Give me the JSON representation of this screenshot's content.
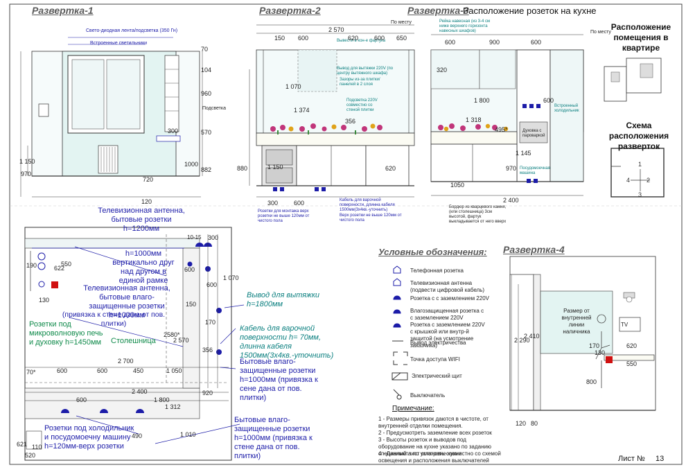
{
  "titles": {
    "elev1": "Развертка-1",
    "elev2": "Развертка-2",
    "elev3": "Развертка-3",
    "elev4": "Развертка-4",
    "main": "Расположение розеток на кухне",
    "room_location": "Расположение помещения в квартире",
    "scheme": "Схема расположения разверток",
    "legend_title": "Условные обозначения:",
    "notes_title": "Примечание:"
  },
  "sheet": {
    "label": "Лист №",
    "number": "13"
  },
  "plan_labels": {
    "tv_antenna_top": "Телевизионная антенна, бытовые розетки h=1200мм",
    "vertical_frame": "h=1000мм вертикально друг над другом в единой рамке",
    "tv_antenna_mid": "Телевизионная антенна, бытовые влаго-защищенные розетки h=1000мм",
    "tile_binding": "(привязка к стене дана от пов. плитки)",
    "microwave": "Розетки под микроволновую печь и духовку h=1450мм",
    "countertop": "Столешница",
    "hood": "Вывод для вытяжки h=1800мм",
    "hob_cable": "Кабель для варочной поверхности h= 70мм, длинна кабеля 1500мм(3х4кв.-уточнить)",
    "moist_1": "Бытовые влаго-защищенные розетки h=1000мм (привязка к сене дана от пов. плитки)",
    "moist_2": "Бытовые влаго-защищенные розетки h=1000мм (привязка к стене дана от пов. плитки)",
    "fridge": "Розетки под холодильник и посудомоечну машину h=120мм-верх розетки"
  },
  "elev_labels": {
    "led": "Свето-диодная лента/подсветка (350 Гн)",
    "builtin_lamps": "Встроенные светильники",
    "backlight": "Подсветка",
    "place": "По месту",
    "rail": "Рейка навесная (из 3-4 см ниже верхнего горизонта навесных шкафов)",
    "apron_box": "Вывести в кон-е фартука",
    "hood_out": "Вывод для вытяжки 220V (по центру вытяжного шкафа)",
    "gaps": "Зазоры из-за плитки/ панелей в 2 слоя",
    "backlight_220": "Подсветка 220V совместно со стеной плитки",
    "steam": "Духовка с пароваркой",
    "builtin_fridge": "Встроенный холодильник",
    "dishwasher": "Посудомоечная машина",
    "cable_hob": "Кабель для варочной поверхности, длинна кабеля 1500мм(3х4кв.-уточнить)",
    "sockets_low": "Розетки для монтажа верх розетки не выше 120мм от чистого пола",
    "sockets_low2": "Верх розетки не выше 120мм от чистого пола",
    "quartz": "Бордюр из кварцевого камня, (или столешница) 3см высотой, фартук выкладывается от него вверх",
    "size_note": "Размер от внутренней линии наличника"
  },
  "legend": [
    {
      "icon": "phone-socket-icon",
      "label": "Телефонная розетка"
    },
    {
      "icon": "tv-antenna-icon",
      "label": "Телевизионная антенна (подвести цифровой кабель)"
    },
    {
      "icon": "ground-socket-icon",
      "label": "Розетка с с заземлением 220V"
    },
    {
      "icon": "moisture-socket-icon",
      "label": "Влагозащищенная розетка с с заземлением 220V"
    },
    {
      "icon": "lid-socket-icon",
      "label": "Розетка с заземлением 220V с крышкой или внутр-й защитой (на усмотрение заказчика)"
    },
    {
      "icon": "wire-output-icon",
      "label": "Вывод электричества"
    },
    {
      "icon": "wifi-point-icon",
      "label": "Точка доступа WIFI"
    },
    {
      "icon": "panel-icon",
      "label": "Электрический щит"
    },
    {
      "icon": "switch-icon",
      "label": "Выключатель"
    }
  ],
  "notes": [
    "1 - Размеры привязок даются в чистоте, от внутренней отделки помещения.",
    "2 - Предусмотреть заземление всех розеток",
    "3 - Высоты розеток и выводов под оборудование на кухне указано по заданию специалиста по установке кухни",
    "4 - Данный лист смотреть совместно со схемой освещения и расположения выключателей"
  ],
  "dims_plan": {
    "d300": "300",
    "d10_15": "10-15",
    "d190": "190",
    "d622": "622",
    "d550": "550",
    "d130": "130",
    "d600a": "600",
    "d600b": "600",
    "d150": "150",
    "d1070": "1 070",
    "d170": "170",
    "d356": "356",
    "d2580": "2580*",
    "d2570": "2 570",
    "d920": "920",
    "d70": "70*",
    "d2700": "2 700",
    "d600c": "600",
    "d600d": "600",
    "d450": "450",
    "d1050": "1 050",
    "d2400": "2 400",
    "d600e": "600",
    "d1800": "1 800",
    "d1312": "1 312",
    "d490": "490",
    "d1010": "1 010",
    "d621": "621",
    "d520": "520",
    "d110": "110"
  },
  "dims_elev": {
    "e2570": "2 570",
    "e150": "150",
    "e600a": "600",
    "e620": "620",
    "e600b": "600",
    "e650": "650",
    "e1070": "1 070",
    "e1374": "1 374",
    "e356": "356",
    "e1150": "1 150",
    "e880": "880",
    "e300": "300",
    "e600c": "600",
    "e620b": "620",
    "f600": "600",
    "f900": "900",
    "f600b": "600",
    "f320": "320",
    "f1800": "1 800",
    "f1318": "1 318",
    "f600c": "600",
    "f495": "495*",
    "f1050": "1050",
    "f2400": "2 400",
    "f970": "970",
    "f1145": "1 145",
    "g1150": "1 150",
    "g720": "720",
    "g1000": "1000",
    "g882": "882",
    "g970": "970",
    "g104": "104",
    "g960": "960",
    "g570": "570",
    "g70": "70",
    "g300": "300",
    "g120": "120",
    "h2290": "2 290",
    "h2410": "2 410",
    "h170": "170",
    "h130": "130",
    "h620": "620",
    "h550": "550",
    "h800": "800",
    "h120": "120",
    "h80": "80",
    "tv": "TV"
  }
}
